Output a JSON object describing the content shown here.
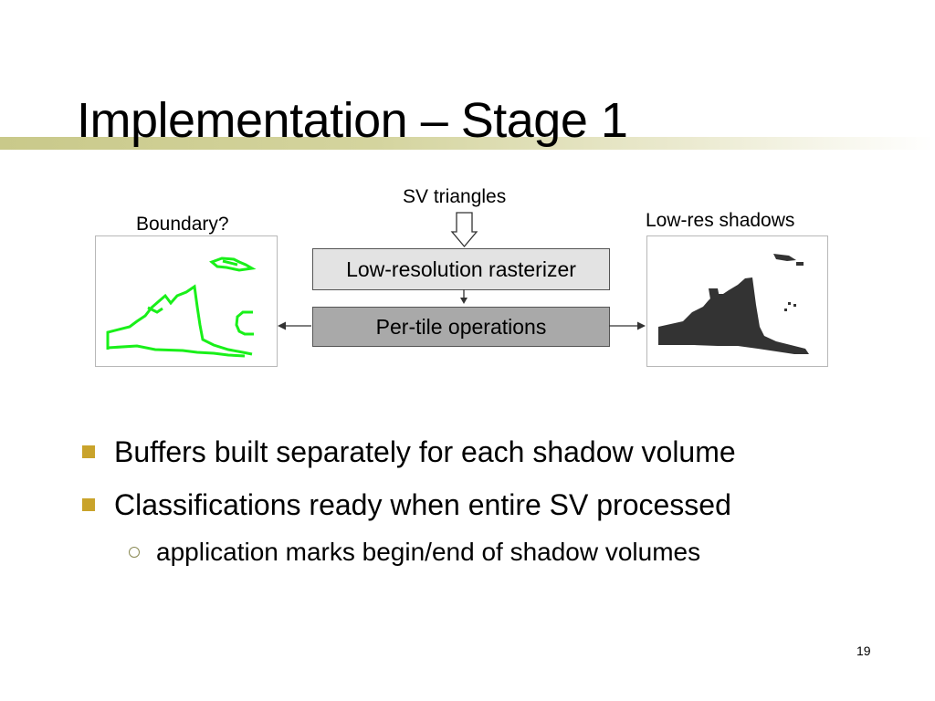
{
  "slide": {
    "title": "Implementation – Stage 1",
    "page_number": "19",
    "accent_color": "#c9c98a"
  },
  "diagram": {
    "input_label": "SV triangles",
    "left_panel_label": "Boundary?",
    "right_panel_label": "Low-res shadows",
    "rasterizer_label": "Low-resolution rasterizer",
    "tile_ops_label": "Per-tile operations",
    "boundary_color": "#19f019",
    "shadow_color": "#333333"
  },
  "bullets": [
    {
      "text": "Buffers built separately for each shadow volume",
      "level": 1
    },
    {
      "text": "Classifications ready when entire SV processed",
      "level": 1
    },
    {
      "text": "application marks begin/end of shadow volumes",
      "level": 2
    }
  ],
  "bullet_color": "#c9a32b"
}
